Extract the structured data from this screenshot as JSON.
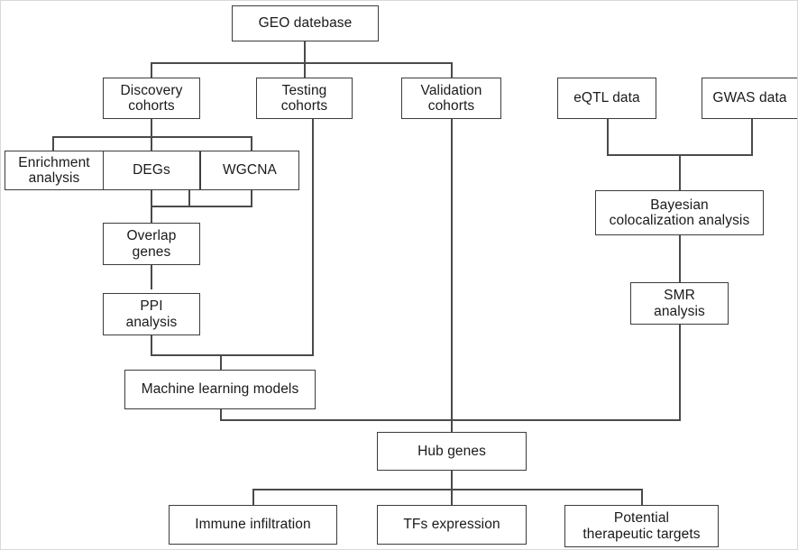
{
  "diagram": {
    "title": "Study workflow flowchart",
    "background_color": "#ffffff",
    "node_border_color": "#3c3c3c",
    "edge_color": "#4a4a4a",
    "text_color": "#1a1a1a",
    "nodes": [
      {
        "id": "geo",
        "label": "GEO datebase"
      },
      {
        "id": "discovery",
        "label": "Discovery\ncohorts"
      },
      {
        "id": "testing",
        "label": "Testing\ncohorts"
      },
      {
        "id": "validation",
        "label": "Validation\ncohorts"
      },
      {
        "id": "eqtl",
        "label": "eQTL data"
      },
      {
        "id": "gwas",
        "label": "GWAS data"
      },
      {
        "id": "enrichment",
        "label": "Enrichment\nanalysis"
      },
      {
        "id": "degs",
        "label": "DEGs"
      },
      {
        "id": "wgcna",
        "label": "WGCNA"
      },
      {
        "id": "overlap",
        "label": "Overlap\ngenes"
      },
      {
        "id": "ppi",
        "label": "PPI\nanalysis"
      },
      {
        "id": "bayesian",
        "label": "Bayesian\ncolocalization analysis"
      },
      {
        "id": "smr",
        "label": "SMR\nanalysis"
      },
      {
        "id": "ml",
        "label": "Machine learning models"
      },
      {
        "id": "hub",
        "label": "Hub genes"
      },
      {
        "id": "immune",
        "label": "Immune infiltration"
      },
      {
        "id": "tfs",
        "label": "TFs expression"
      },
      {
        "id": "targets",
        "label": "Potential\ntherapeutic targets"
      }
    ]
  }
}
